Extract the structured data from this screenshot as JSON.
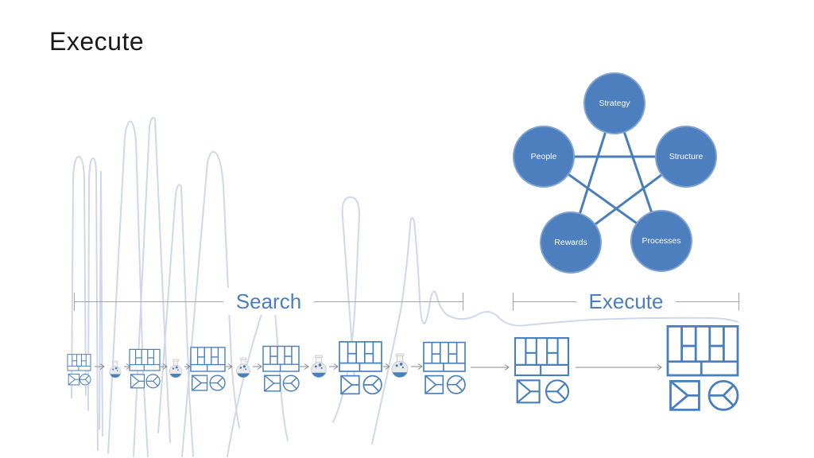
{
  "slide": {
    "title": "Execute"
  },
  "star_model": {
    "nodes": [
      {
        "label": "Strategy"
      },
      {
        "label": "People"
      },
      {
        "label": "Structure"
      },
      {
        "label": "Rewards"
      },
      {
        "label": "Processes"
      }
    ]
  },
  "timeline": {
    "phases": [
      {
        "label": "Search"
      },
      {
        "label": "Execute"
      }
    ]
  },
  "process": {
    "search_canvas_iterations": 6,
    "experiment_flasks": 5,
    "execute_canvas_steps": 2,
    "icons": {
      "canvas": "business-model-canvas",
      "flask": "experiment-flask",
      "square": "value-map-square",
      "circle": "customer-profile-circle",
      "arrow": "step-arrow"
    }
  },
  "colors": {
    "accent": "#4a7fbe",
    "node_fill": "#4d7ebd",
    "node_border": "#7da2d2",
    "star_link": "#4a7ebb",
    "sketch": "#cfd7ea",
    "arrow": "#8a8a8a",
    "line": "#a6a6a6",
    "phase_label": "#4a7ebc",
    "title": "#1a1a1a",
    "flask_body": "#eaeaea",
    "flask_outline": "#c9c9c9",
    "flask_liquid": "#4a7fbe",
    "canvas_fill": "#ffffff"
  }
}
